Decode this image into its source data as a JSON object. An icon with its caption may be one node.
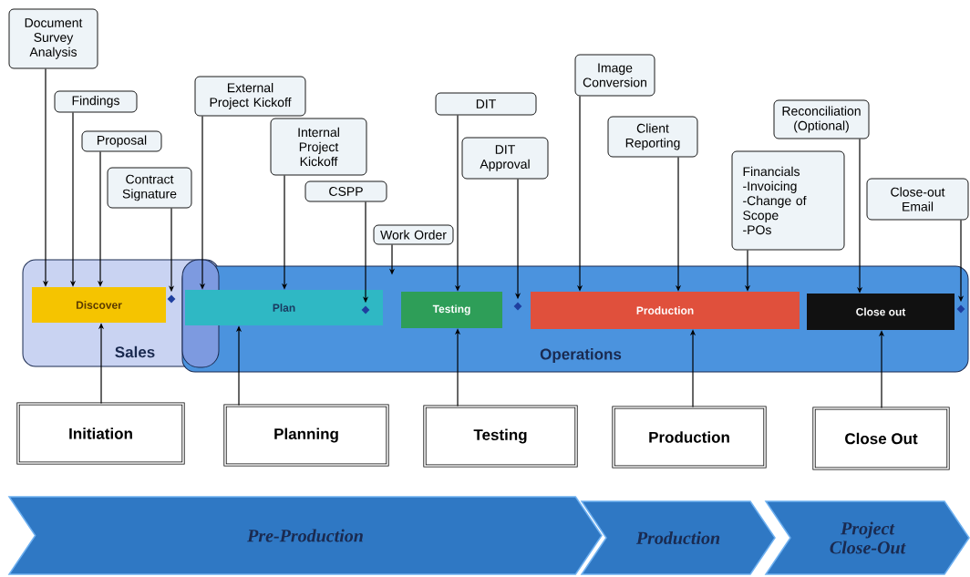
{
  "diagram": {
    "nodes": [
      {
        "text": [
          "Sales"
        ]
      },
      {
        "text": [
          "Operations"
        ]
      },
      {
        "text": [
          "Discover"
        ],
        "in": 0
      },
      {
        "text": [],
        "shape": "diamond",
        "in": 0
      },
      {
        "text": [
          "Plan"
        ],
        "in": 1
      },
      {
        "text": [],
        "shape": "diamond",
        "in": 4
      },
      {
        "text": [
          "Testing"
        ],
        "in": 1
      },
      {
        "text": [],
        "shape": "diamond",
        "in": 1
      },
      {
        "text": [
          "Production"
        ],
        "in": 1
      },
      {
        "text": [
          "Close out"
        ],
        "in": 1
      },
      {
        "text": [],
        "shape": "diamond",
        "in": 1
      },
      {
        "text": [
          "Document Survey Analysis"
        ]
      },
      {
        "text": [
          "Findings"
        ]
      },
      {
        "text": [
          "Proposal"
        ]
      },
      {
        "text": [
          "Contract Signature"
        ]
      },
      {
        "text": [
          "External Project Kickoff"
        ]
      },
      {
        "text": [
          "Internal Project Kickoff"
        ]
      },
      {
        "text": [
          "CSPP"
        ]
      },
      {
        "text": [
          "Work Order"
        ]
      },
      {
        "text": [
          "DIT"
        ]
      },
      {
        "text": [
          "DIT Approval"
        ]
      },
      {
        "text": [
          "Image Conversion"
        ]
      },
      {
        "text": [
          "Client Reporting"
        ]
      },
      {
        "text": [
          "Financials",
          "-Invoicing",
          "-Change of Scope",
          "-POs"
        ]
      },
      {
        "text": [
          "Reconciliation (Optional)"
        ]
      },
      {
        "text": [
          "Close-out Email"
        ]
      },
      {
        "text": [
          "Initiation"
        ]
      },
      {
        "text": [
          "Planning"
        ]
      },
      {
        "text": [
          "Testing"
        ]
      },
      {
        "text": [
          "Production"
        ]
      },
      {
        "text": [
          "Close Out"
        ]
      },
      {
        "text": [
          "Pre-Production"
        ]
      },
      {
        "text": [
          "Production"
        ]
      },
      {
        "text": [
          "Project Close-Out"
        ]
      }
    ],
    "edges": [
      {
        "from": 11,
        "to": 2,
        "arrow": "to"
      },
      {
        "from": 12,
        "to": 2,
        "arrow": "to"
      },
      {
        "from": 13,
        "to": 2,
        "arrow": "to"
      },
      {
        "from": 14,
        "to": 3,
        "arrow": "to"
      },
      {
        "from": 15,
        "to": 4,
        "arrow": "to"
      },
      {
        "from": 16,
        "to": 4,
        "arrow": "to"
      },
      {
        "from": 17,
        "to": 5,
        "arrow": "to"
      },
      {
        "from": 18,
        "to": 1,
        "arrow": "to"
      },
      {
        "from": 19,
        "to": 6,
        "arrow": "to"
      },
      {
        "from": 20,
        "to": 7,
        "arrow": "to"
      },
      {
        "from": 21,
        "to": 8,
        "arrow": "to"
      },
      {
        "from": 22,
        "to": 8,
        "arrow": "to"
      },
      {
        "from": 23,
        "to": 8,
        "arrow": "to"
      },
      {
        "from": 24,
        "to": 9,
        "arrow": "to"
      },
      {
        "from": 25,
        "to": 10,
        "arrow": "to"
      },
      {
        "from": 26,
        "to": 2,
        "arrow": "to"
      },
      {
        "from": 27,
        "to": 4,
        "arrow": "to"
      },
      {
        "from": 28,
        "to": 6,
        "arrow": "to"
      },
      {
        "from": 29,
        "to": 8,
        "arrow": "to"
      },
      {
        "from": 30,
        "to": 9,
        "arrow": "to"
      }
    ]
  }
}
